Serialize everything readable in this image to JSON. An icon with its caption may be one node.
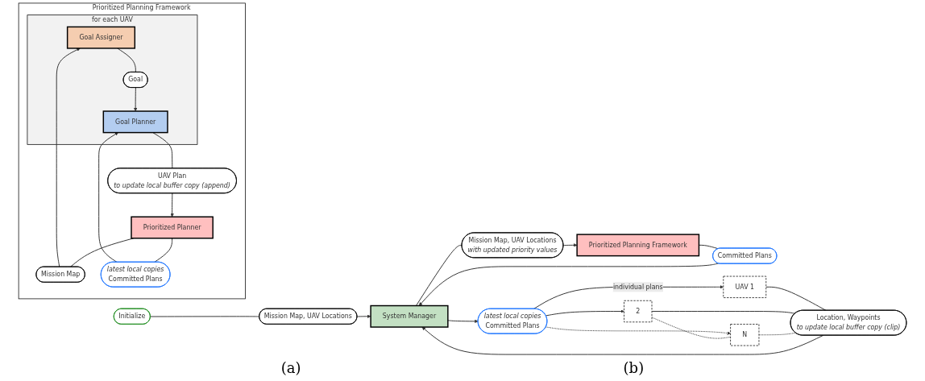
{
  "diagram": {
    "nodes": [
      {
        "text": [
          "Initialize"
        ]
      },
      {
        "text": [
          "Mission Map, UAV Locations"
        ]
      },
      {
        "text": [
          "Prioritized Planning Framework"
        ]
      },
      {
        "text": [
          "Committed Plans"
        ]
      },
      {
        "text": [
          "System Manager"
        ]
      },
      {
        "text": [
          "Mission Map, UAV Locations",
          "with updated priority values"
        ]
      },
      {
        "text": [
          "latest local copies",
          "Committed Plans"
        ]
      },
      {
        "text": [
          "Location, Waypoints",
          "to update local buffer copy (clip)"
        ]
      },
      {
        "text": [
          "UAV 1"
        ]
      },
      {
        "text": [
          "2"
        ]
      },
      {
        "text": [
          "N"
        ]
      },
      {
        "text": [
          "Prioritized Planning Framework"
        ]
      },
      {
        "text": [
          "Prioritized Planner"
        ],
        "in": 11
      },
      {
        "text": [
          "Mission Map"
        ],
        "in": 11
      },
      {
        "text": [
          "latest local copies",
          "Committed Plans"
        ],
        "in": 11
      },
      {
        "text": [
          "for each UAV"
        ],
        "in": 11
      },
      {
        "text": [
          "Goal Assigner"
        ],
        "in": 15
      },
      {
        "text": [
          "Goal"
        ],
        "in": 15
      },
      {
        "text": [
          "Goal Planner"
        ],
        "in": 15
      },
      {
        "text": [
          "UAV Plan",
          "to update local buffer copy (append)"
        ],
        "in": 11
      }
    ],
    "edges": [
      {
        "from": 0,
        "to": 1,
        "arrow": "none"
      },
      {
        "from": 1,
        "to": 4,
        "arrow": "to"
      },
      {
        "from": 2,
        "to": 3,
        "arrow": "none"
      },
      {
        "from": 3,
        "to": 4,
        "arrow": "to"
      },
      {
        "from": 4,
        "to": 5,
        "arrow": "none"
      },
      {
        "from": 5,
        "to": 2,
        "arrow": "to"
      },
      {
        "from": 4,
        "to": 6,
        "arrow": "to"
      },
      {
        "from": 6,
        "to": 8,
        "arrow": "to",
        "label": "individual plans"
      },
      {
        "from": 6,
        "to": 9,
        "arrow": "to"
      },
      {
        "from": 6,
        "to": 10,
        "arrow": "to",
        "style": "dashed"
      },
      {
        "from": 9,
        "to": 10,
        "arrow": "none",
        "style": "dashed"
      },
      {
        "from": 8,
        "to": 7,
        "arrow": "none"
      },
      {
        "from": 9,
        "to": 7,
        "arrow": "none"
      },
      {
        "from": 10,
        "to": 7,
        "arrow": "none",
        "style": "dashed"
      },
      {
        "from": 7,
        "to": 4,
        "arrow": "to"
      },
      {
        "from": 12,
        "to": 13,
        "arrow": "none"
      },
      {
        "from": 13,
        "to": 16,
        "arrow": "to"
      },
      {
        "from": 12,
        "to": 14,
        "arrow": "none"
      },
      {
        "from": 14,
        "to": 18,
        "arrow": "to"
      },
      {
        "from": 16,
        "to": 17,
        "arrow": "none"
      },
      {
        "from": 17,
        "to": 18,
        "arrow": "to"
      },
      {
        "from": 18,
        "to": 19,
        "arrow": "none"
      },
      {
        "from": 19,
        "to": 12,
        "arrow": "to"
      }
    ],
    "labels": [
      "(a)",
      "(b)"
    ]
  }
}
